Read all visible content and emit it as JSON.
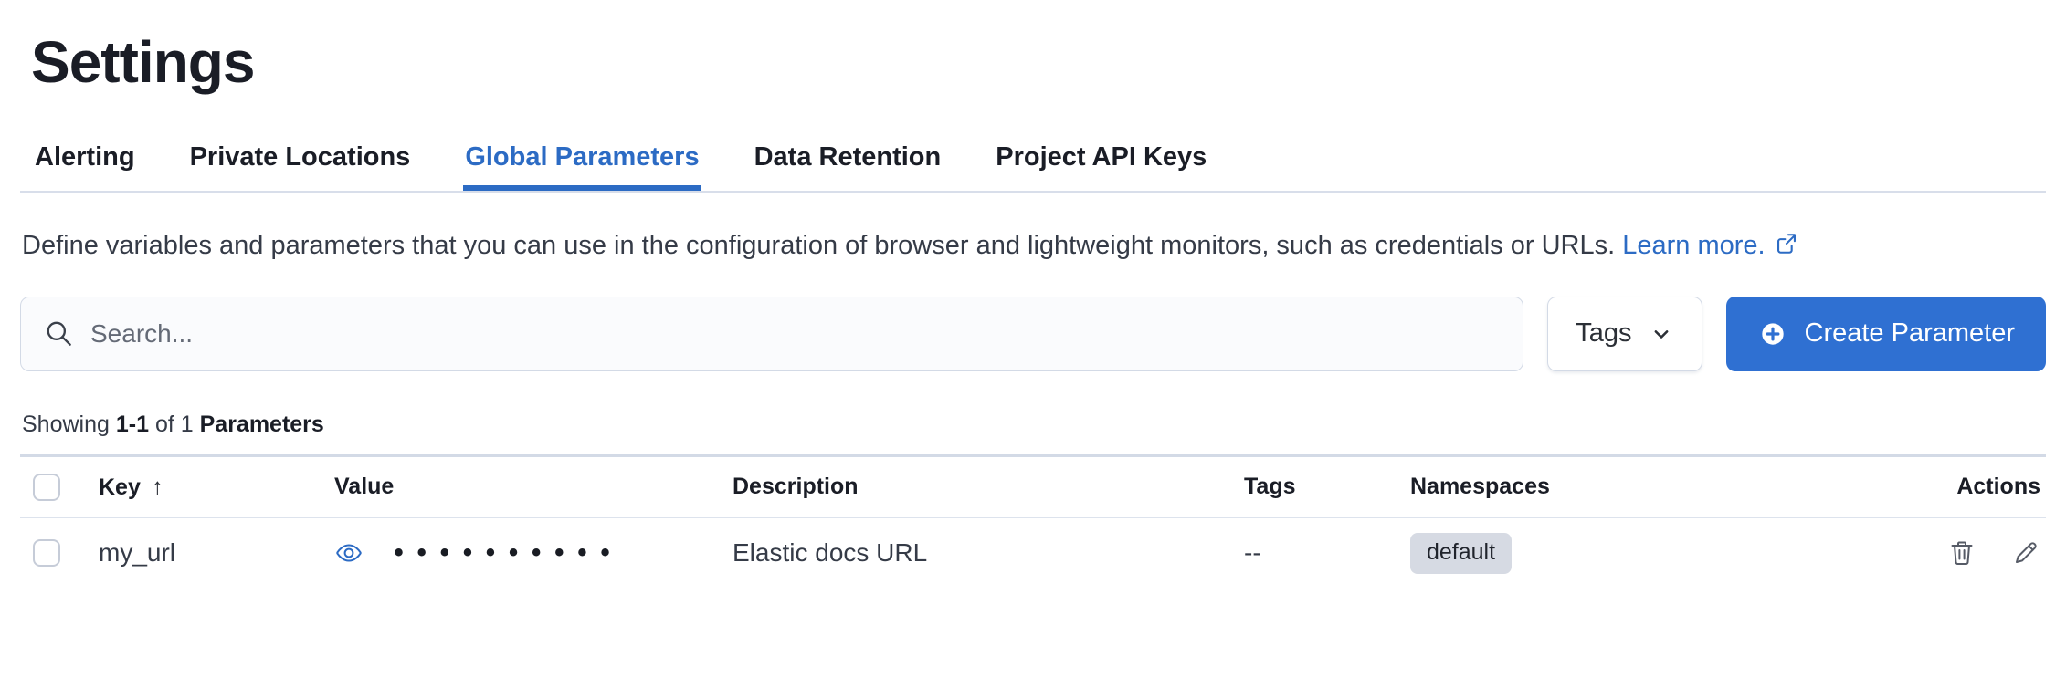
{
  "page_title": "Settings",
  "tabs": [
    {
      "label": "Alerting",
      "active": false
    },
    {
      "label": "Private Locations",
      "active": false
    },
    {
      "label": "Global Parameters",
      "active": true
    },
    {
      "label": "Data Retention",
      "active": false
    },
    {
      "label": "Project API Keys",
      "active": false
    }
  ],
  "intro": {
    "text": "Define variables and parameters that you can use in the configuration of browser and lightweight monitors, such as credentials or URLs.",
    "link_label": "Learn more."
  },
  "toolbar": {
    "search_placeholder": "Search...",
    "search_value": "",
    "tags_button_label": "Tags",
    "create_button_label": "Create Parameter"
  },
  "summary": {
    "prefix": "Showing",
    "range": "1-1",
    "of": "of 1",
    "entity": "Parameters"
  },
  "table": {
    "columns": {
      "key": "Key",
      "value": "Value",
      "description": "Description",
      "tags": "Tags",
      "namespaces": "Namespaces",
      "actions": "Actions"
    },
    "sort": {
      "column": "Key",
      "direction": "ascending",
      "arrow": "↑"
    },
    "rows": [
      {
        "key": "my_url",
        "value_masked": "••••••••••",
        "description": "Elastic docs URL",
        "tags": "--",
        "namespace_badge": "default"
      }
    ]
  },
  "colors": {
    "accent_blue": "#2c6bc4",
    "button_blue": "#2f70d2",
    "badge_bg": "#d6dae3"
  }
}
